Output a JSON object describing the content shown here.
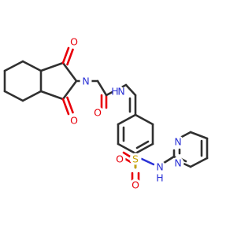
{
  "atoms": {
    "o_top": "O",
    "n_imide": "N",
    "o_bottom": "O",
    "o_amide": "O",
    "n_amide": "N",
    "h_amide": "H",
    "s_sulfonyl": "S",
    "o_sulfonyl_left": "O",
    "o_sulfonyl_bottom": "O",
    "n_sulfonamide": "N",
    "h_sulfonamide": "H",
    "n_pyrimidine_top": "N",
    "n_pyrimidine_bottom": "N"
  },
  "colors": {
    "carbon": "#303030",
    "oxygen": "#e8000b",
    "nitrogen": "#2b32d6",
    "sulfur": "#c9a400"
  }
}
